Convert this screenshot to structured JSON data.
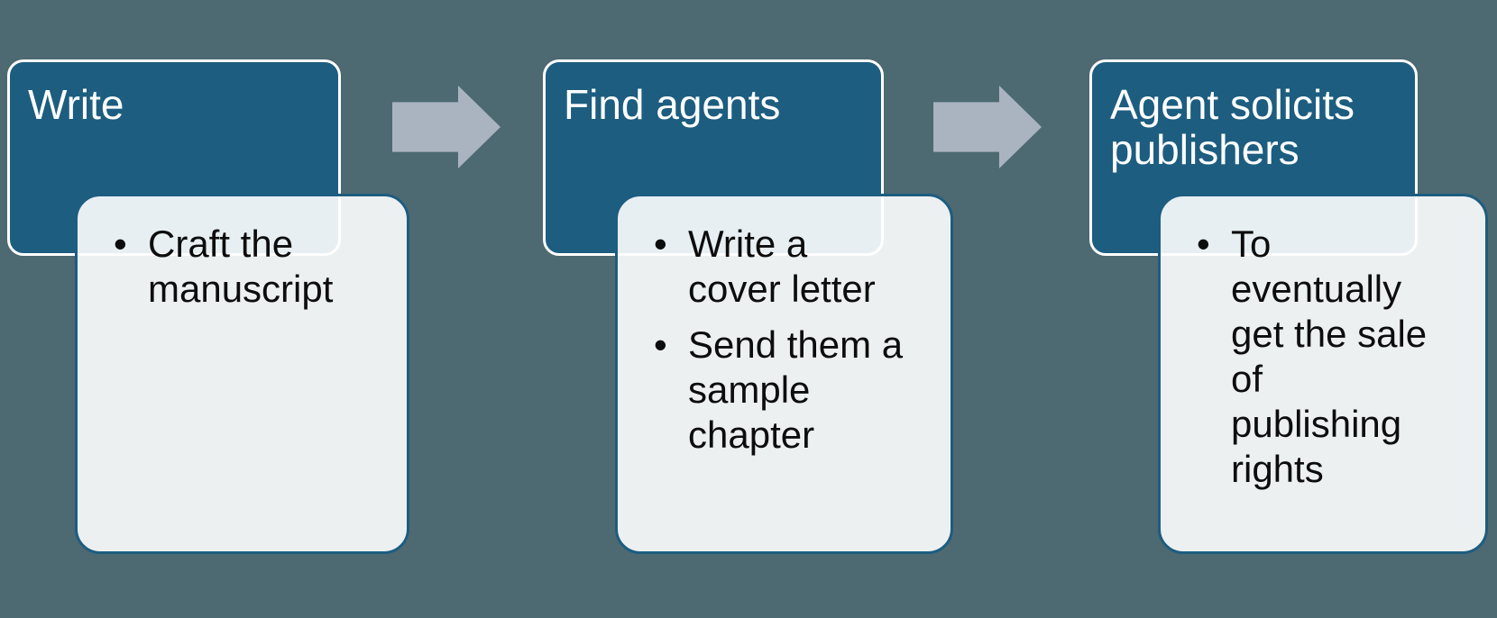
{
  "colors": {
    "background": "#4d6971",
    "header_fill": "#1d5d80",
    "header_border": "#ffffff",
    "body_fill": "#ffffff",
    "body_fill_opacity": 0.9,
    "body_border": "#1d5d80",
    "arrow_fill": "#a9b4c0",
    "title_text": "#ffffff",
    "body_text": "#0d0d0d"
  },
  "bullet_glyph": "•",
  "steps": [
    {
      "title": "Write",
      "bullets": [
        "Craft the\nmanuscript"
      ]
    },
    {
      "title": "Find agents",
      "bullets": [
        "Write a\ncover letter",
        "Send them a\nsample\nchapter"
      ]
    },
    {
      "title": "Agent solicits\npublishers",
      "bullets": [
        "To\neventually\nget the sale\nof\npublishing\nrights"
      ]
    }
  ]
}
